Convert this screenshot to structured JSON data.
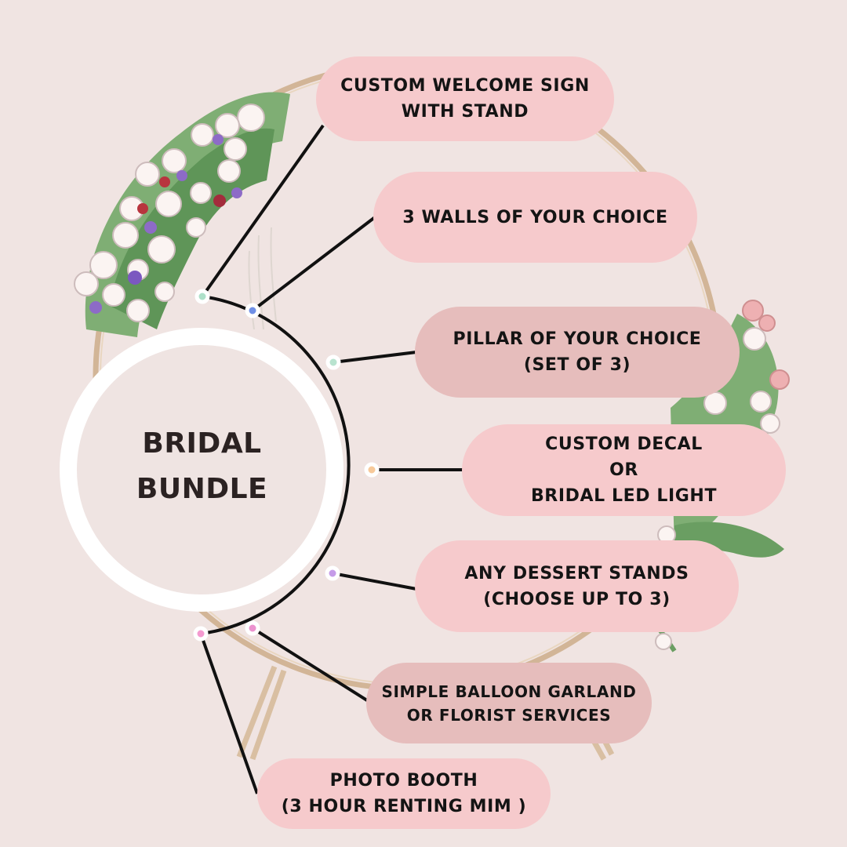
{
  "center": {
    "line1": "BRIDAL",
    "line2": "BUNDLE"
  },
  "items": [
    {
      "line1": "CUSTOM WELCOME SIGN",
      "line2": "WITH STAND",
      "dot_color": "#aee0c9"
    },
    {
      "line1": "3 WALLS OF YOUR CHOICE",
      "line2": "",
      "dot_color": "#6f8fe6"
    },
    {
      "line1": "PILLAR OF YOUR CHOICE",
      "line2": "(SET OF 3)",
      "dot_color": "#b8e3cf"
    },
    {
      "line1": "CUSTOM DECAL",
      "line2": "OR",
      "line3": "BRIDAL LED LIGHT",
      "dot_color": "#f7c99a"
    },
    {
      "line1": "ANY DESSERT STANDS",
      "line2": "(CHOOSE UP TO 3)",
      "dot_color": "#c59be8"
    },
    {
      "line1": "SIMPLE BALLOON GARLAND",
      "line2": "OR FLORIST SERVICES",
      "dot_color": "#ec92cf"
    },
    {
      "line1": "PHOTO BOOTH",
      "line2": "(3 HOUR RENTING MIM )",
      "dot_color": "#f49ad0"
    }
  ],
  "colors": {
    "background": "#f0e4e2",
    "pill_light": "#f6cacc",
    "pill_dark": "#e6bdbc",
    "connector": "#111111",
    "arch": "#d2b597"
  }
}
